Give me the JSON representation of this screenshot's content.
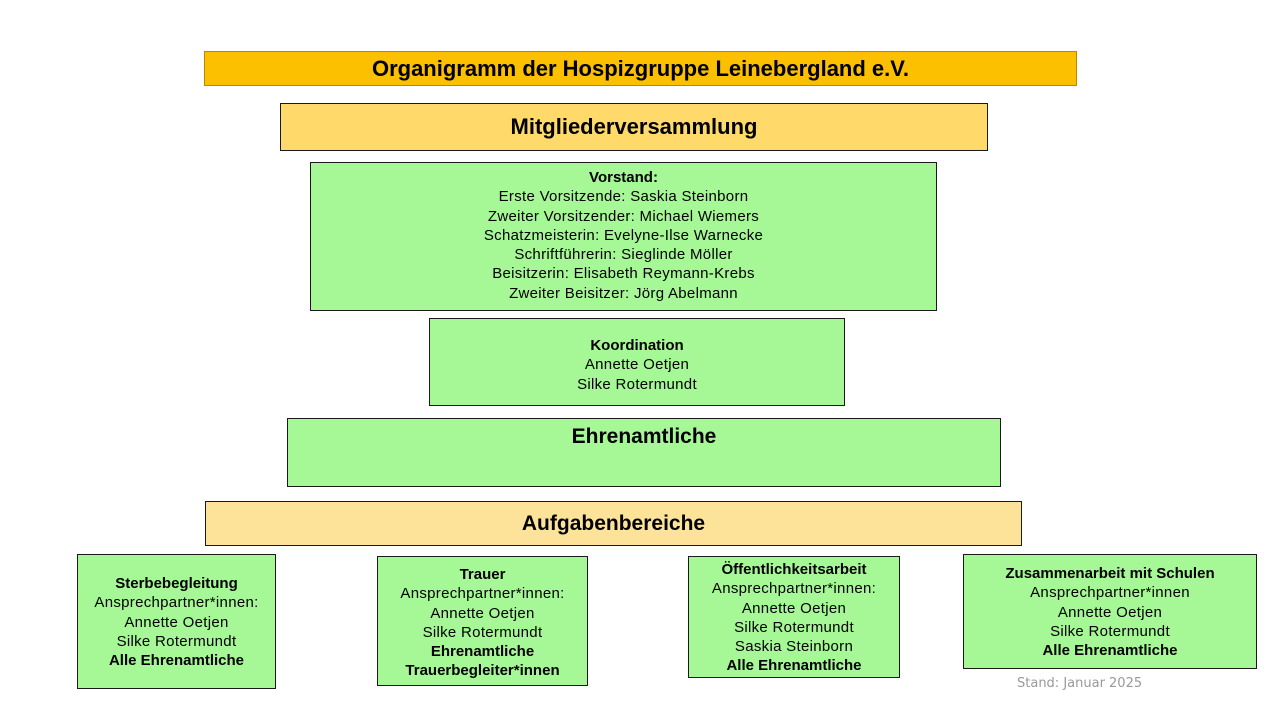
{
  "title": "Organigramm der Hospizgruppe Leinebergland e.V.",
  "mitglieder": "Mitgliederversammlung",
  "vorstand": {
    "heading": "Vorstand:",
    "members": [
      "Erste Vorsitzende: Saskia Steinborn",
      "Zweiter Vorsitzender: Michael Wiemers",
      "Schatzmeisterin: Evelyne-Ilse Warnecke",
      "Schriftführerin: Sieglinde Möller",
      "Beisitzerin: Elisabeth Reymann-Krebs",
      "Zweiter Beisitzer: Jörg Abelmann"
    ]
  },
  "koordination": {
    "heading": "Koordination",
    "members": [
      "Annette Oetjen",
      "Silke Rotermundt"
    ]
  },
  "ehrenamtliche": "Ehrenamtliche",
  "aufgabenbereiche": "Aufgabenbereiche",
  "areas": [
    {
      "heading": "Sterbebegleitung",
      "lines": [
        "Ansprechpartner*innen:",
        "Annette Oetjen",
        "Silke Rotermundt"
      ],
      "bold_lines": [
        "Alle Ehrenamtliche"
      ]
    },
    {
      "heading": "Trauer",
      "lines": [
        "Ansprechpartner*innen:",
        "Annette Oetjen",
        "Silke Rotermundt"
      ],
      "bold_lines": [
        "Ehrenamtliche",
        "Trauerbegleiter*innen"
      ]
    },
    {
      "heading": "Öffentlichkeitsarbeit",
      "lines": [
        "Ansprechpartner*innen:",
        "Annette Oetjen",
        "Silke Rotermundt",
        "Saskia Steinborn"
      ],
      "bold_lines": [
        "Alle Ehrenamtliche"
      ]
    },
    {
      "heading": "Zusammenarbeit mit Schulen",
      "lines": [
        "Ansprechpartner*innen",
        "Annette Oetjen",
        "Silke Rotermundt"
      ],
      "bold_lines": [
        "Alle Ehrenamtliche"
      ]
    }
  ],
  "stand": "Stand: Januar 2025"
}
